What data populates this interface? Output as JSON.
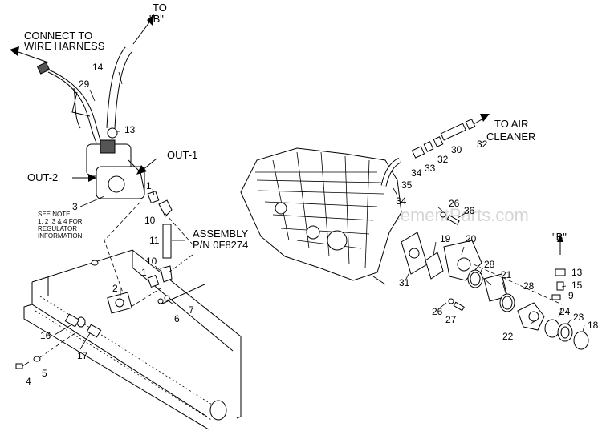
{
  "notes": {
    "connect_to_wire_harness": "CONNECT TO\nWIRE HARNESS",
    "to_b": "TO\n\"B\"",
    "to_air_cleaner": "TO AIR\nCLEANER",
    "out_1": "OUT-1",
    "out_2": "OUT-2",
    "see_note": "SEE NOTE\n1, 2 ,3 & 4 FOR\nREGULATOR\nINFORMATION",
    "assembly": "ASSEMBLY\nP/N 0F8274",
    "detail_b": "\"B\"",
    "watermark": "eReplacementParts.com"
  },
  "callouts": {
    "c2": "2",
    "c3": "3",
    "c4": "4",
    "c5": "5",
    "c6": "6",
    "c7": "7",
    "c9": "9",
    "c10a": "10",
    "c10b": "10",
    "c11": "11",
    "c13a": "13",
    "c13b": "13",
    "c14": "14",
    "c15": "15",
    "c16": "16",
    "c17": "17",
    "c18": "18",
    "c19": "19",
    "c20": "20",
    "c21": "21",
    "c22": "22",
    "c23": "23",
    "c24": "24",
    "c26a": "26",
    "c26b": "26",
    "c27": "27",
    "c28a": "28",
    "c28b": "28",
    "c29": "29",
    "c30": "30",
    "c31": "31",
    "c32a": "32",
    "c32b": "32",
    "c33": "33",
    "c34a": "34",
    "c34b": "34",
    "c35": "35",
    "c36": "36",
    "c1a": "1",
    "c1b": "1"
  }
}
